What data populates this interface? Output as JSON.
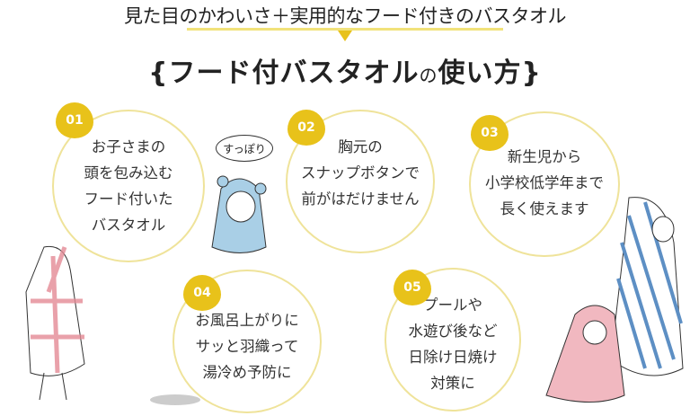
{
  "header": {
    "subtitle": "見た目のかわいさ＋実用的なフード付きのバスタオル",
    "title_main": "{フード付バスタオル",
    "title_small": "の",
    "title_end": "使い方}"
  },
  "features": [
    {
      "number": "01",
      "lines": [
        "お子さまの",
        "頭を包み込む",
        "フード付いた",
        "バスタオル"
      ]
    },
    {
      "number": "02",
      "lines": [
        "胸元の",
        "スナップボタンで",
        "前がはだけません"
      ]
    },
    {
      "number": "03",
      "lines": [
        "新生児から",
        "小学校低学年まで",
        "長く使えます"
      ]
    },
    {
      "number": "04",
      "lines": [
        "お風呂上がりに",
        "サッと羽織って",
        "湯冷め予防に"
      ]
    },
    {
      "number": "05",
      "lines": [
        "プールや",
        "水遊び後など",
        "日除け日焼け",
        "対策に"
      ]
    }
  ],
  "speech_bubble": "すっぽり",
  "colors": {
    "accent": "#e8c21a",
    "circle_border": "#efe39a"
  }
}
